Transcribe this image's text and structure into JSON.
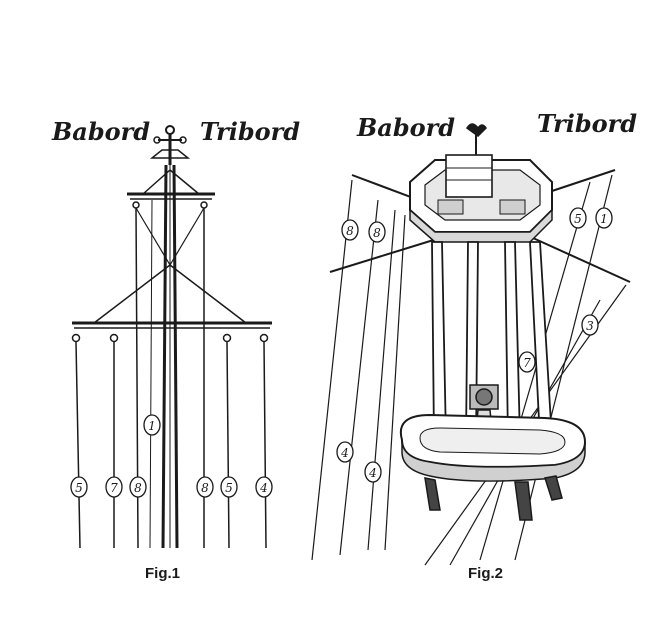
{
  "fig1": {
    "caption": "Fig.1",
    "left_label": "Babord",
    "right_label": "Tribord",
    "numbers": [
      "5",
      "7",
      "8",
      "1",
      "8",
      "5",
      "4"
    ]
  },
  "fig2": {
    "caption": "Fig.2",
    "left_label": "Babord",
    "right_label": "Tribord",
    "numbers": [
      "8",
      "8",
      "5",
      "1",
      "3",
      "7",
      "4",
      "4"
    ]
  },
  "colors": {
    "ink": "#1a1a1a",
    "background": "#ffffff"
  }
}
